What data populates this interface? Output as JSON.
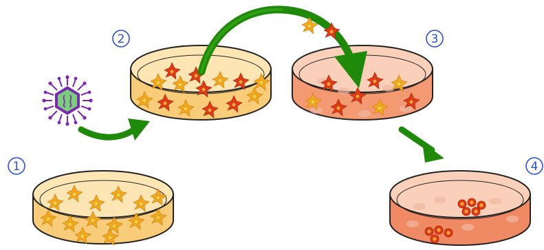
{
  "steps": [
    {
      "id": "1",
      "label": "1"
    },
    {
      "id": "2",
      "label": "2"
    },
    {
      "id": "3",
      "label": "3"
    },
    {
      "id": "4",
      "label": "4"
    }
  ],
  "colors": {
    "arrow": "#1f8a0a",
    "arrow_dark": "#166a06",
    "label": "#2b4fd6",
    "dish_rim": "#222222",
    "medium_yellow": "#f8cc78",
    "medium_yellow_light": "#fde6b4",
    "medium_orange": "#f39a72",
    "medium_orange_light": "#fbd0ba",
    "medium_salmon": "#f08a64",
    "cell_yellow": "#f2a81e",
    "cell_red": "#e23a14",
    "cell_nucleus": "#f6d24a",
    "virus_purple": "#7a2ab0",
    "virus_green": "#7ccf7a"
  },
  "icons": {
    "virus": "virus-icon",
    "petri_dish": "petri-dish-icon",
    "arrow": "curved-arrow-icon"
  }
}
